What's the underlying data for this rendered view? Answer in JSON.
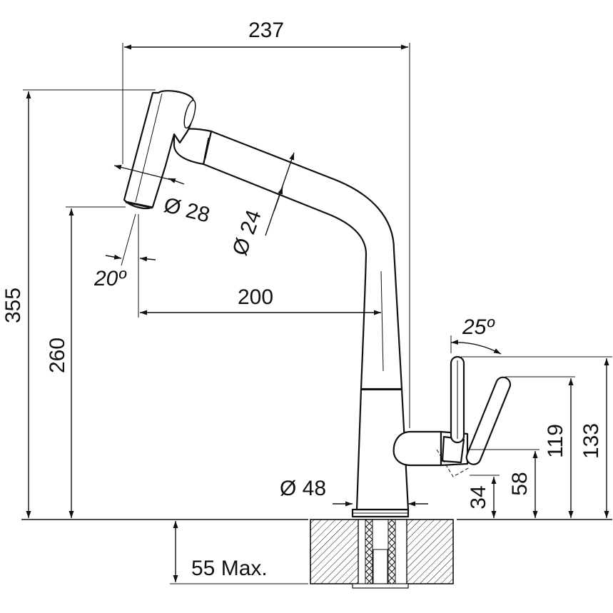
{
  "dimensions": {
    "overall_width": "237",
    "overall_height": "355",
    "spout_height": "260",
    "spout_reach": "200",
    "head_diameter": "Ø 28",
    "hose_diameter": "Ø 24",
    "spray_angle": "20º",
    "lever_angle": "25º",
    "body_diameter": "Ø 48",
    "lever_height": "133",
    "lever_height_2": "119",
    "lever_pivot": "58",
    "lever_base": "34",
    "deck_thickness": "55 Max."
  },
  "colors": {
    "line": "#111111",
    "background": "#ffffff"
  }
}
